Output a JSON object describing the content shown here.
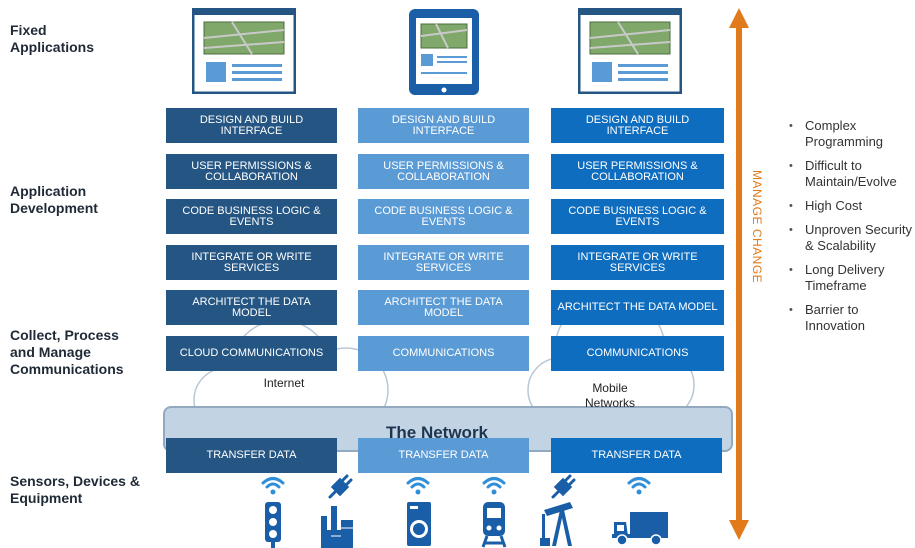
{
  "row_labels": {
    "fixed_apps": "Fixed\nApplications",
    "app_dev": "Application\nDevelopment",
    "collect": "Collect, Process\nand Manage\nCommunications",
    "sensors": "Sensors, Devices &\nEquipment"
  },
  "columns": [
    {
      "design": "DESIGN AND BUILD INTERFACE",
      "permissions": "USER PERMISSIONS & COLLABORATION",
      "logic": "CODE BUSINESS LOGIC & EVENTS",
      "services": "INTEGRATE OR WRITE SERVICES",
      "data_model": "ARCHITECT THE DATA MODEL",
      "comms": "CLOUD COMMUNICATIONS",
      "transfer": "TRANSFER DATA"
    },
    {
      "design": "DESIGN AND BUILD INTERFACE",
      "permissions": "USER PERMISSIONS & COLLABORATION",
      "logic": "CODE BUSINESS LOGIC & EVENTS",
      "services": "INTEGRATE OR WRITE SERVICES",
      "data_model": "ARCHITECT THE DATA MODEL",
      "comms": "COMMUNICATIONS",
      "transfer": "TRANSFER DATA"
    },
    {
      "design": "DESIGN AND BUILD INTERFACE",
      "permissions": "USER PERMISSIONS & COLLABORATION",
      "logic": "CODE BUSINESS LOGIC & EVENTS",
      "services": "INTEGRATE OR WRITE SERVICES",
      "data_model": "ARCHITECT THE DATA MODEL",
      "comms": "COMMUNICATIONS",
      "transfer": "TRANSFER DATA"
    }
  ],
  "clouds": {
    "internet": "Internet",
    "mobile": "Mobile\nNetworks"
  },
  "network": "The Network",
  "manage_change": "MANAGE CHANGE",
  "bullets": [
    "Complex Programming",
    "Difficult to Maintain/Evolve",
    "High Cost",
    "Unproven Security & Scalability",
    "Long Delivery Timeframe",
    "Barrier to Innovation"
  ],
  "colors": {
    "col1": "#255683",
    "col2": "#5b9bd5",
    "col3": "#0f6dbf",
    "arrow": "#e07a1a"
  },
  "icons": [
    "desktop-app-icon",
    "tablet-app-icon",
    "desktop-app-icon",
    "wifi-icon",
    "plug-icon",
    "traffic-light-icon",
    "factory-icon",
    "washing-machine-icon",
    "train-icon",
    "oil-pump-icon",
    "truck-icon"
  ]
}
